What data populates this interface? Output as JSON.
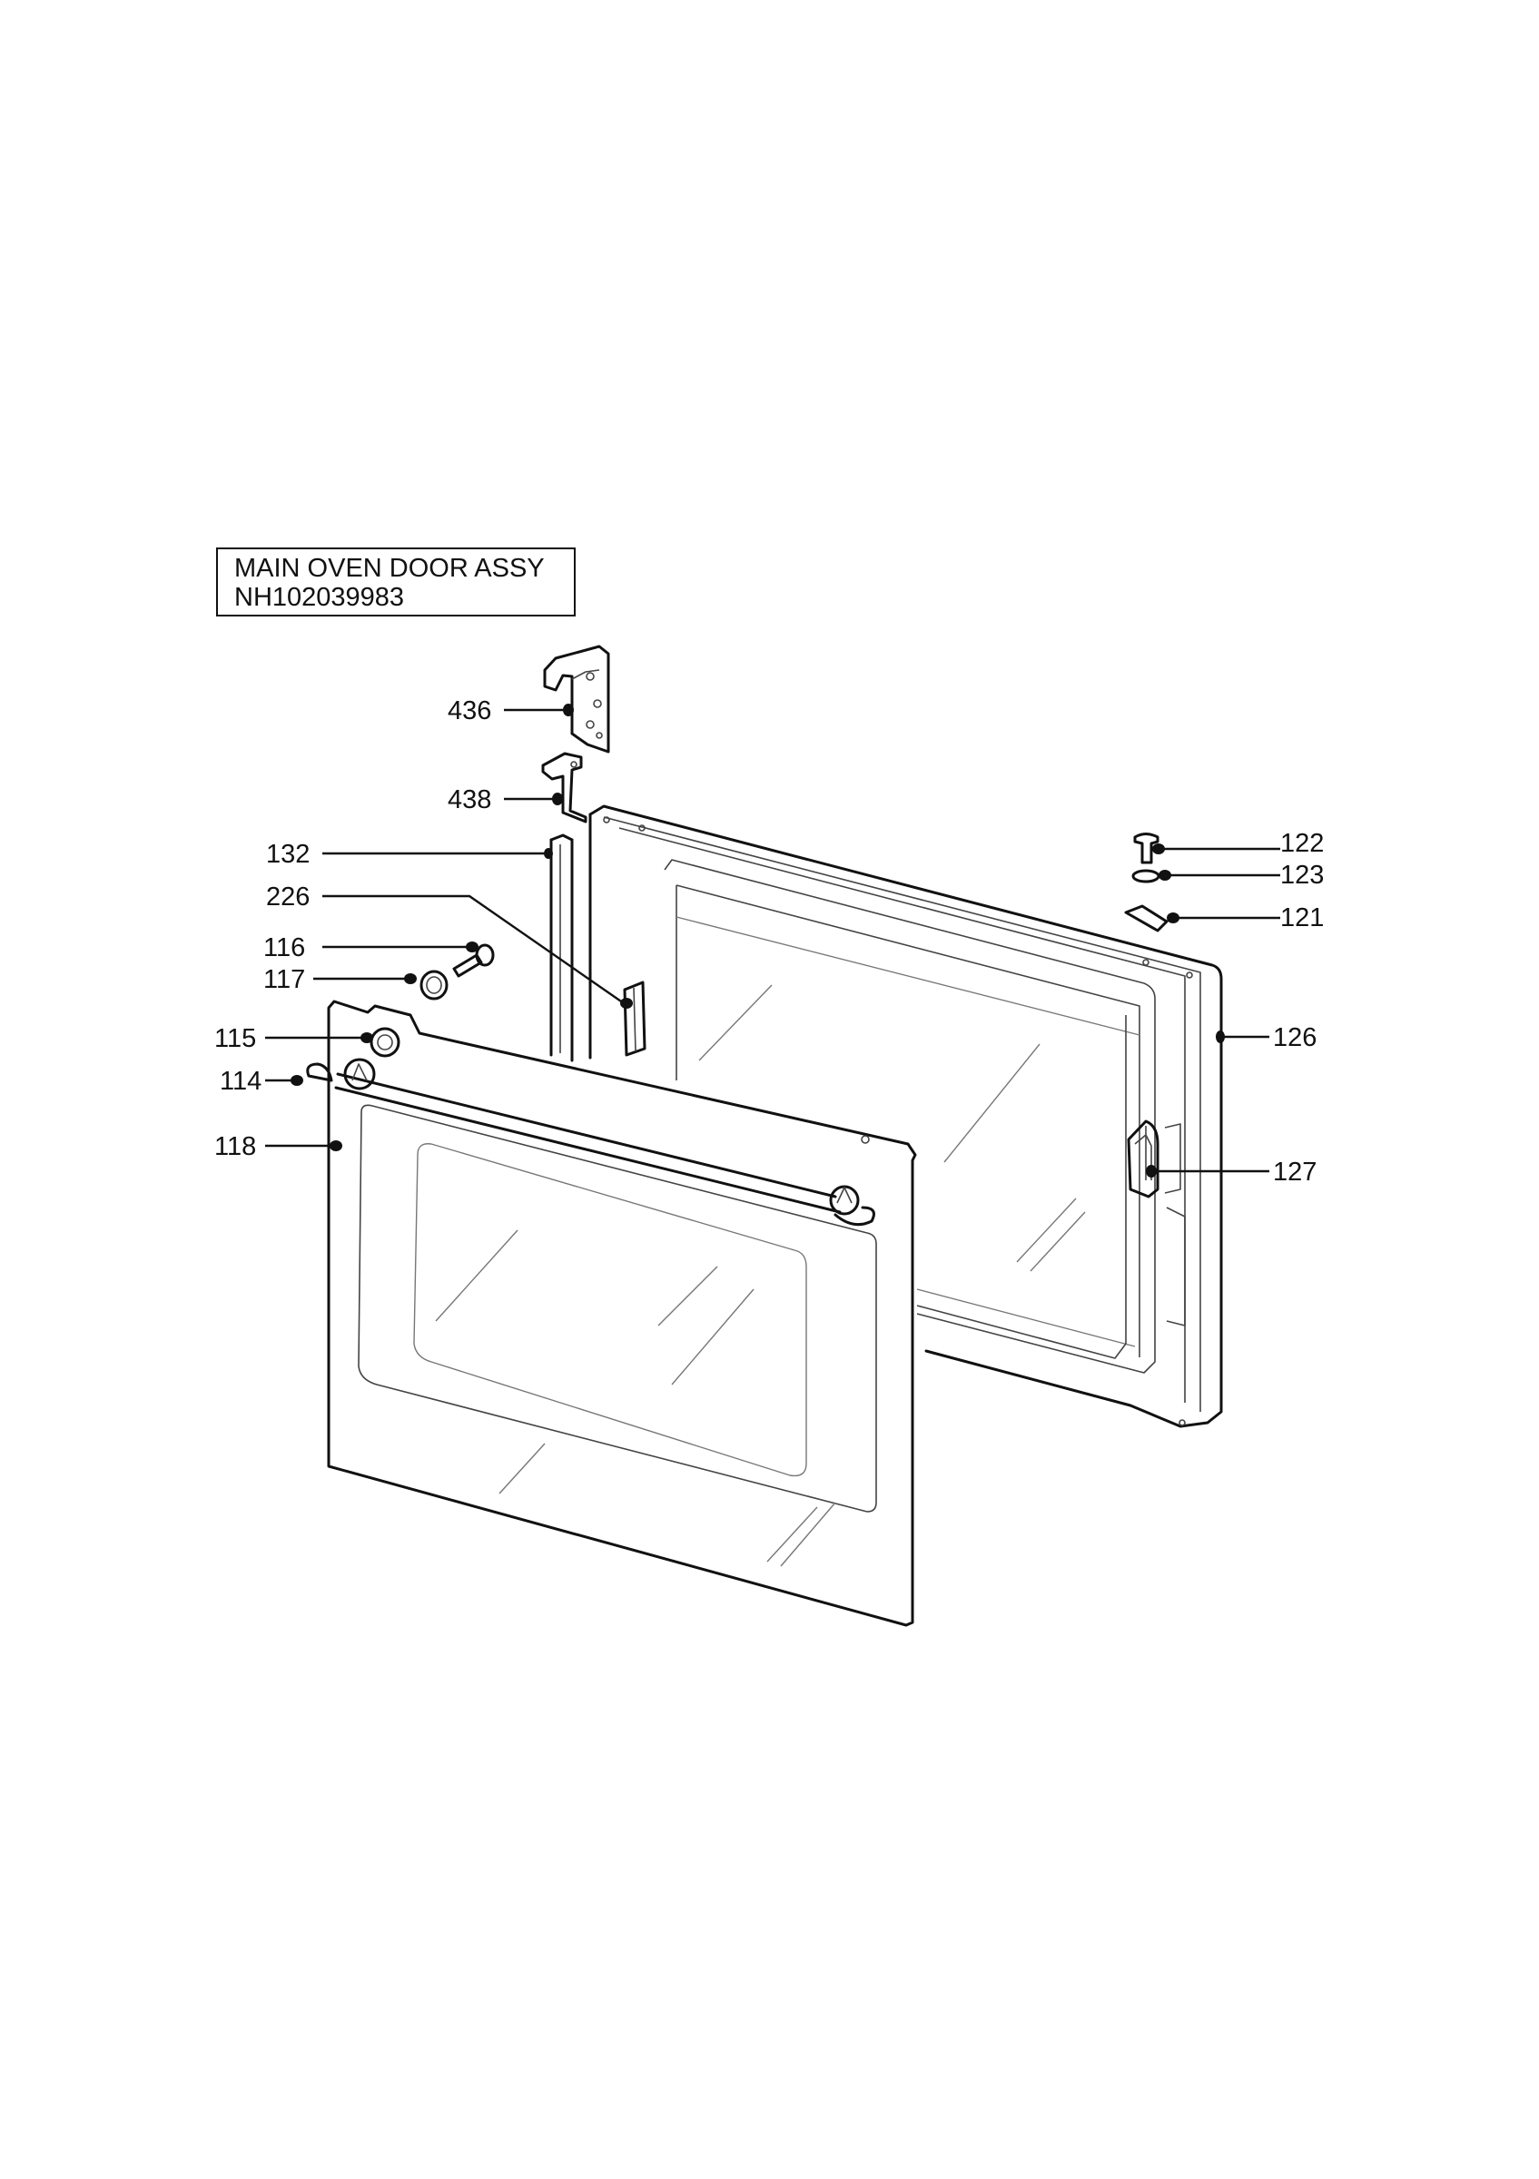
{
  "title": {
    "line1": "MAIN OVEN DOOR ASSY",
    "line2": "NH102039983"
  },
  "callouts": [
    {
      "id": "436",
      "label": "436"
    },
    {
      "id": "438",
      "label": "438"
    },
    {
      "id": "132",
      "label": "132"
    },
    {
      "id": "226",
      "label": "226"
    },
    {
      "id": "116",
      "label": "116"
    },
    {
      "id": "117",
      "label": "117"
    },
    {
      "id": "115",
      "label": "115"
    },
    {
      "id": "114",
      "label": "114"
    },
    {
      "id": "118",
      "label": "118"
    },
    {
      "id": "122",
      "label": "122"
    },
    {
      "id": "123",
      "label": "123"
    },
    {
      "id": "121",
      "label": "121"
    },
    {
      "id": "126",
      "label": "126"
    },
    {
      "id": "127",
      "label": "127"
    }
  ]
}
